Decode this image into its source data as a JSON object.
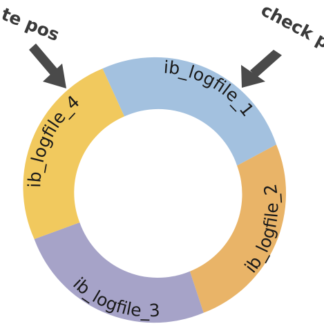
{
  "segments": [
    {
      "label": "ib_logfile_1",
      "color": "#a3c1df"
    },
    {
      "label": "ib_logfile_2",
      "color": "#e9b468"
    },
    {
      "label": "ib_logfile_3",
      "color": "#a6a3c8"
    },
    {
      "label": "ib_logfile_4",
      "color": "#f1c95e"
    }
  ],
  "pointers": {
    "write_pos": {
      "label": "write pos",
      "visible_text": "te pos"
    },
    "check_point": {
      "label": "check point",
      "visible_text": "check po"
    }
  },
  "arrow_color": "#4a4a4a"
}
